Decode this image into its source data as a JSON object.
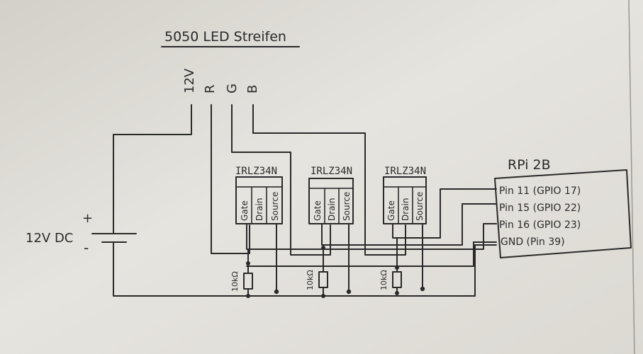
{
  "title": "5050 LED Streifen",
  "strip_pins": [
    "12V",
    "R",
    "G",
    "B"
  ],
  "mosfet": {
    "model": "IRLZ34N",
    "pins": [
      "Gate",
      "Drain",
      "Source"
    ]
  },
  "resistor_label": "10kΩ",
  "battery": {
    "label": "12V DC",
    "plus": "+",
    "minus": "-"
  },
  "rpi": {
    "title": "RPi 2B",
    "pins": [
      "Pin 11 (GPIO 17)",
      "Pin 15 (GPIO 22)",
      "Pin 16 (GPIO 23)",
      "GND (Pin 39)"
    ]
  },
  "colors": {
    "ink": "#2b2a2a",
    "paper": "#e7e5e0",
    "paper_shadow": "#cfccc5"
  }
}
